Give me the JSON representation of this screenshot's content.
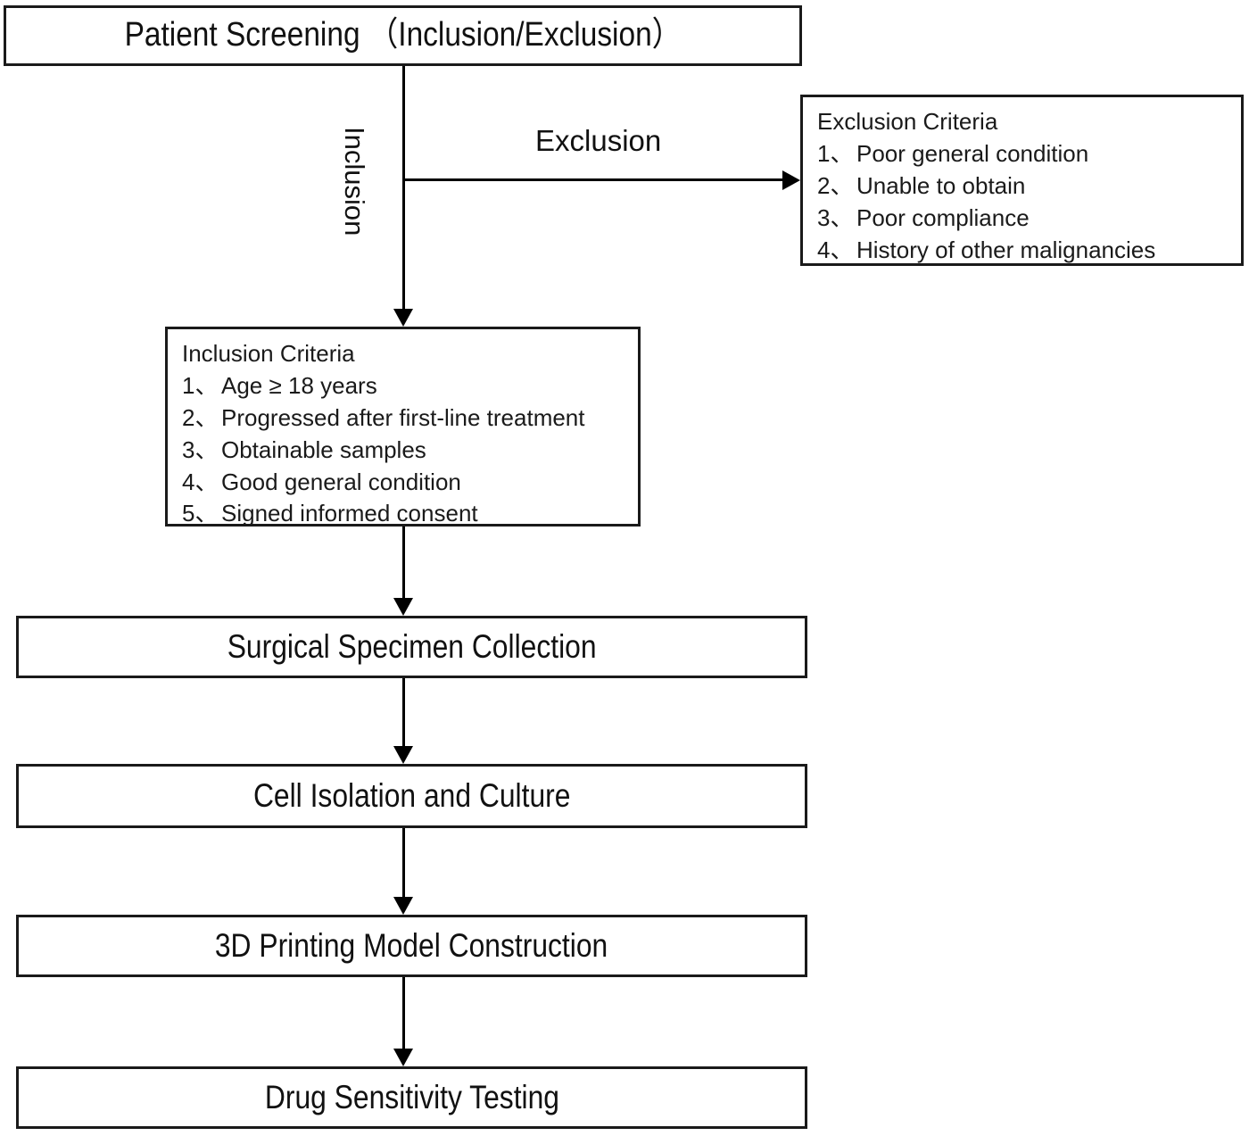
{
  "diagram": {
    "title_box": {
      "label": "Patient Screening （Inclusion/Exclusion）"
    },
    "branch_labels": {
      "inclusion": "Inclusion",
      "exclusion": "Exclusion"
    },
    "exclusion_criteria": {
      "heading": "Exclusion Criteria",
      "items": [
        {
          "num": "1、",
          "text": "Poor general condition"
        },
        {
          "num": "2、",
          "text": "Unable to obtain"
        },
        {
          "num": "3、",
          "text": "Poor compliance"
        },
        {
          "num": "4、",
          "text": "History of other malignancies"
        }
      ]
    },
    "inclusion_criteria": {
      "heading": "Inclusion Criteria",
      "items": [
        {
          "num": "1、",
          "text": "Age ≥ 18 years"
        },
        {
          "num": "2、",
          "text": "Progressed after first-line treatment"
        },
        {
          "num": "3、",
          "text": "Obtainable samples"
        },
        {
          "num": "4、",
          "text": "Good general condition"
        },
        {
          "num": "5、",
          "text": "Signed informed consent"
        }
      ]
    },
    "process_steps": [
      {
        "label": "Surgical Specimen Collection"
      },
      {
        "label": "Cell Isolation and Culture"
      },
      {
        "label": "3D Printing Model Construction"
      },
      {
        "label": "Drug Sensitivity Testing"
      }
    ]
  }
}
